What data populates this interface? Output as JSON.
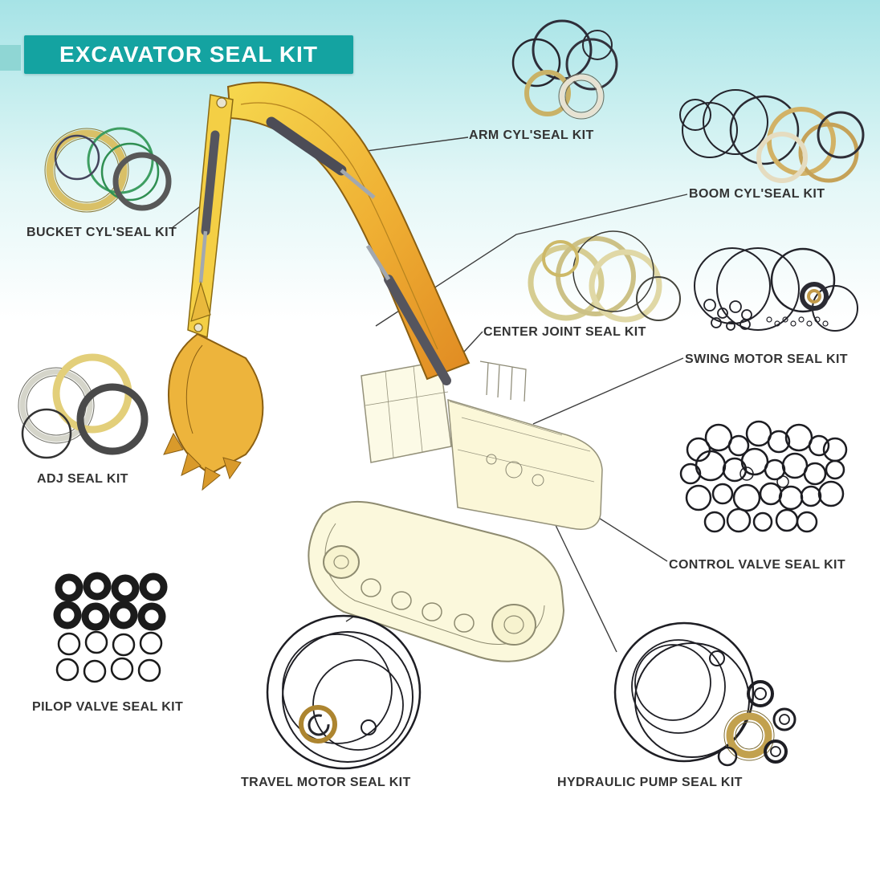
{
  "title": "EXCAVATOR SEAL KIT",
  "colors": {
    "accent_teal": "#14a3a1",
    "background_top": "#a6e3e6",
    "boom_orange": "#EFAF33",
    "boom_yellow": "#F6D84E",
    "label_text": "#333333"
  },
  "labels": {
    "arm": "ARM CYL'SEAL KIT",
    "boom": "BOOM CYL'SEAL KIT",
    "bucket": "BUCKET CYL'SEAL KIT",
    "center_joint": "CENTER JOINT SEAL KIT",
    "swing": "SWING MOTOR SEAL KIT",
    "adj": "ADJ SEAL KIT",
    "control_valve": "CONTROL VALVE SEAL KIT",
    "pilop": "PILOP VALVE SEAL KIT",
    "travel": "TRAVEL MOTOR SEAL KIT",
    "hydraulic": "HYDRAULIC PUMP SEAL KIT"
  }
}
